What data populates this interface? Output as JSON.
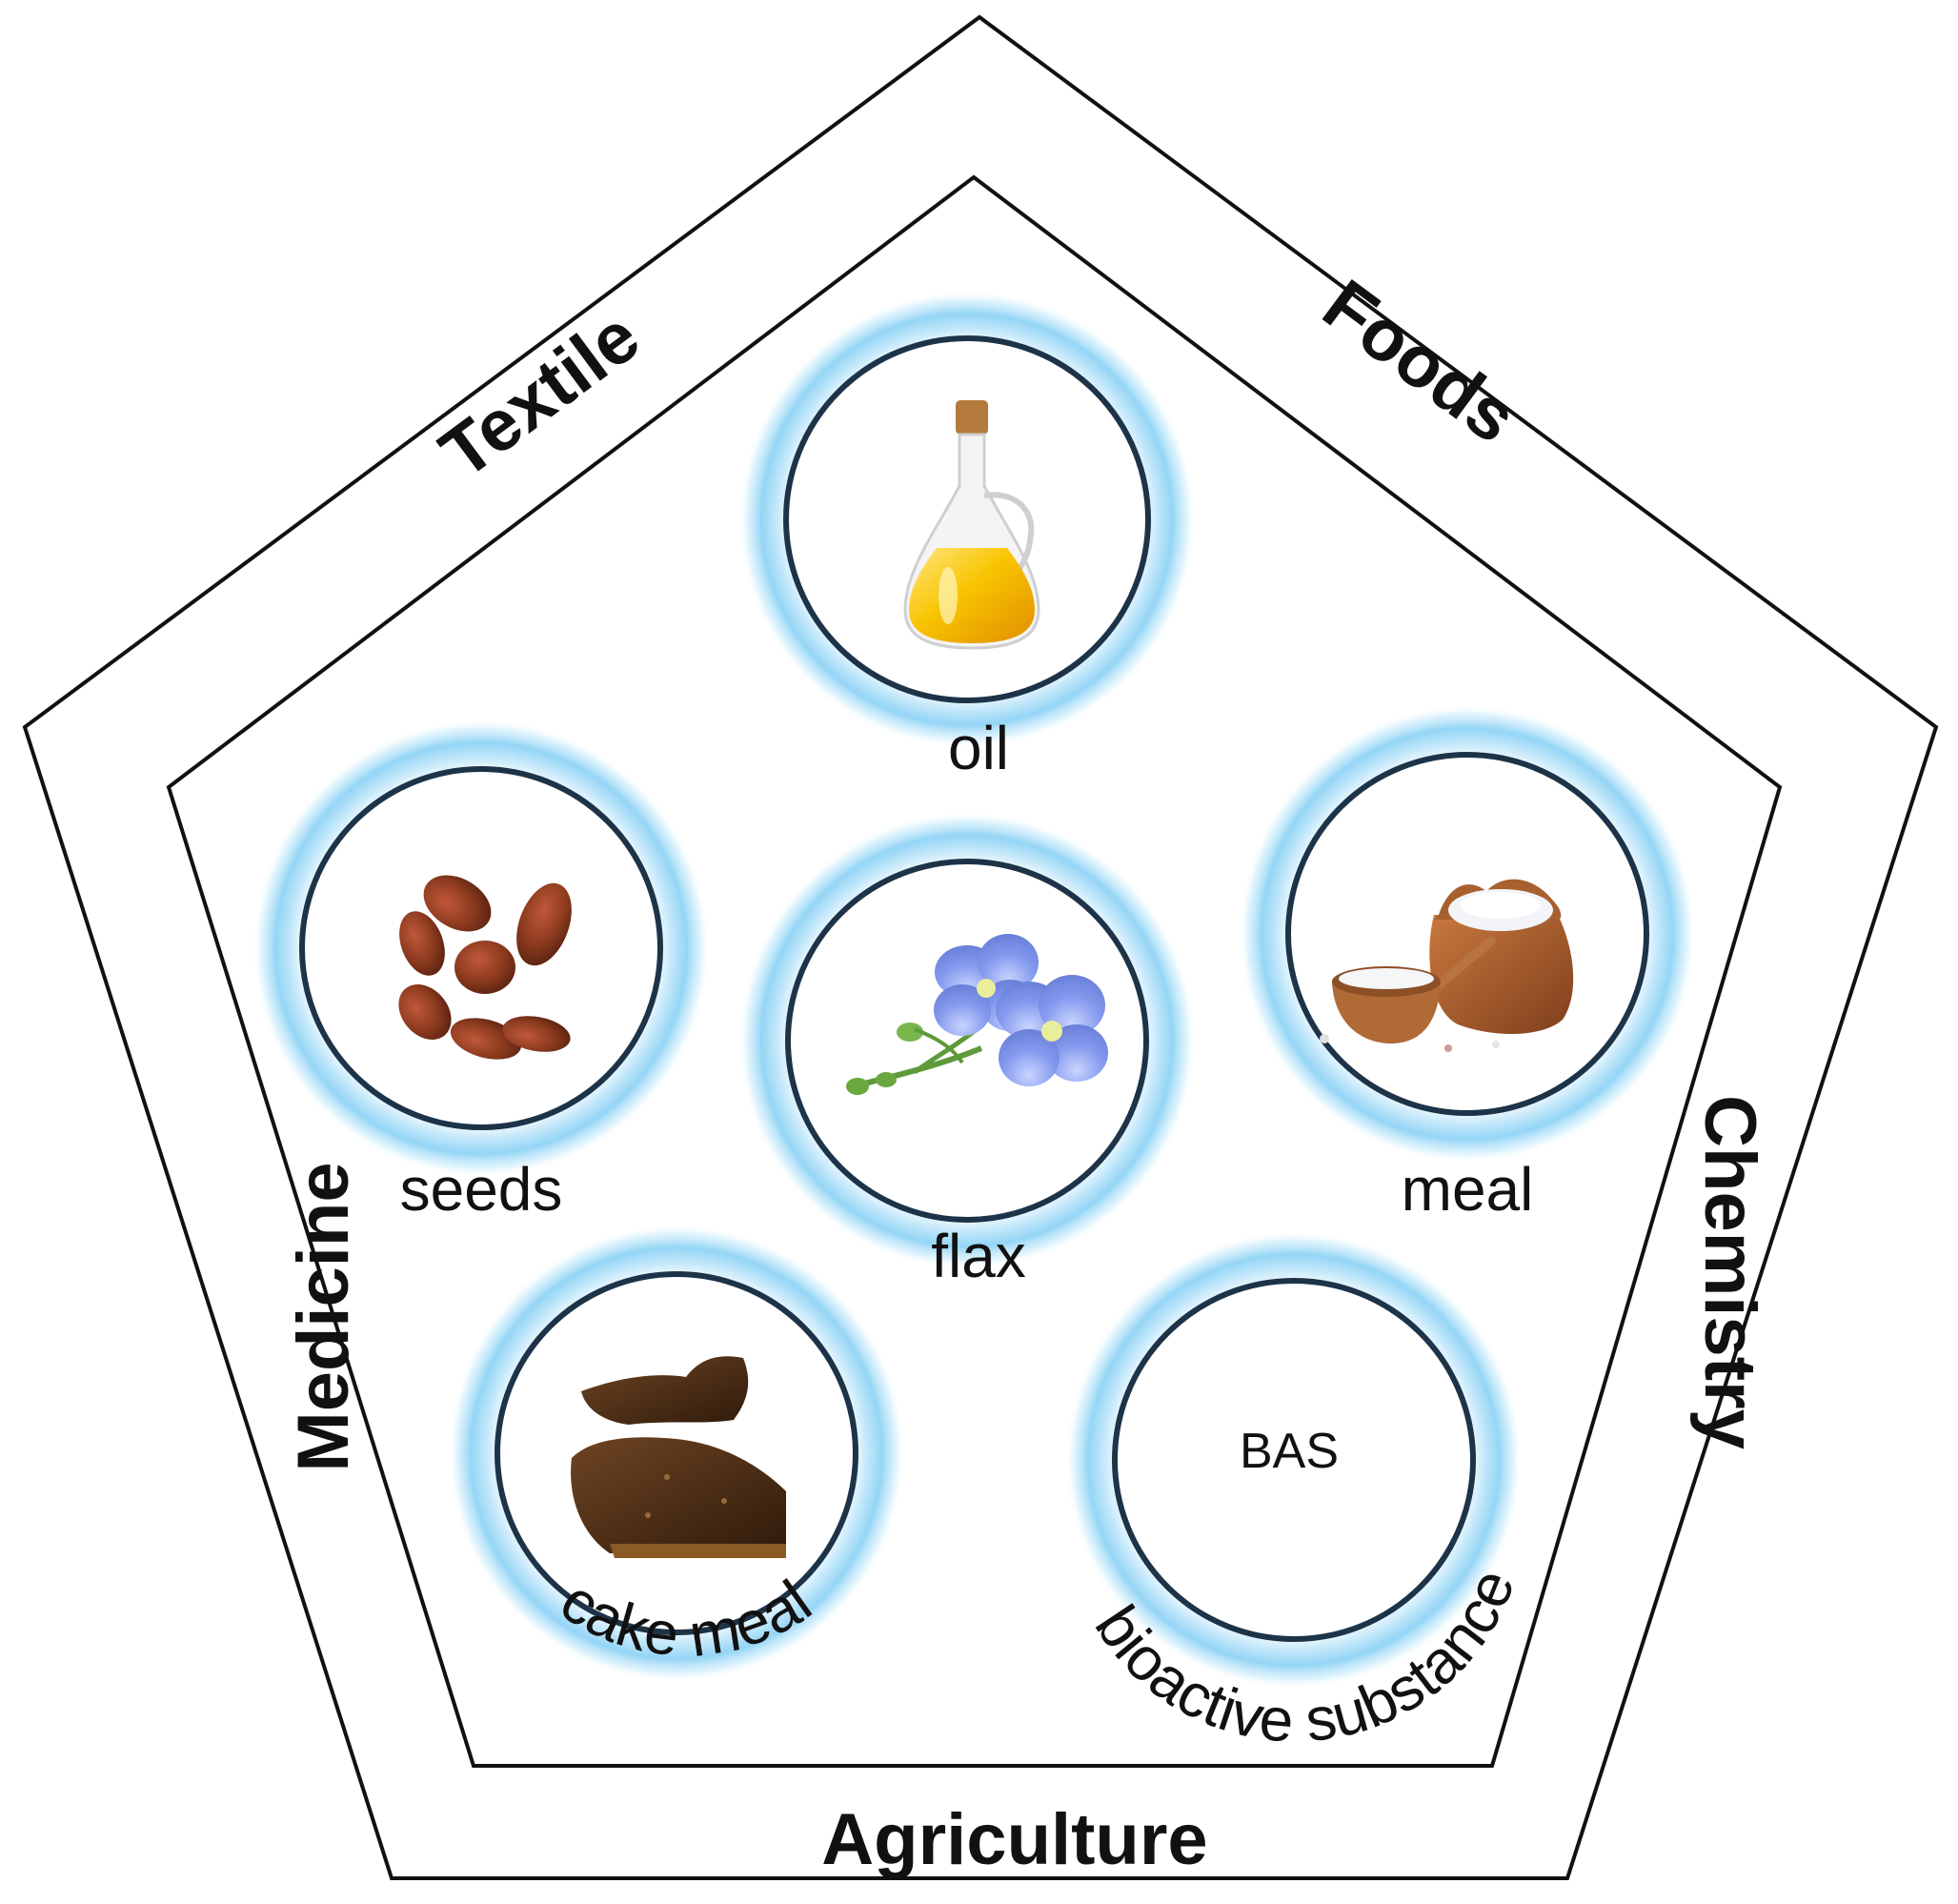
{
  "sectors": {
    "textile": "Textile",
    "foods": "Foods",
    "chemistry": "Chemistry",
    "agriculture": "Agriculture",
    "medicine": "Medicine"
  },
  "products": {
    "oil": "oil",
    "seeds": "seeds",
    "flax": "flax",
    "meal": "meal",
    "cake_meal": "cake meal",
    "bas_abbrev": "BAS",
    "bioactive": "bioactive substance"
  },
  "colors": {
    "outline": "#111111",
    "ring": "#1d3348",
    "glow": "#8fd3f5",
    "oil": "#f6b400",
    "seed": "#8b3a1e",
    "flower": "#7f95e8",
    "stem": "#5f9a3a",
    "sack": "#a0582c",
    "cake": "#4a2d15"
  }
}
